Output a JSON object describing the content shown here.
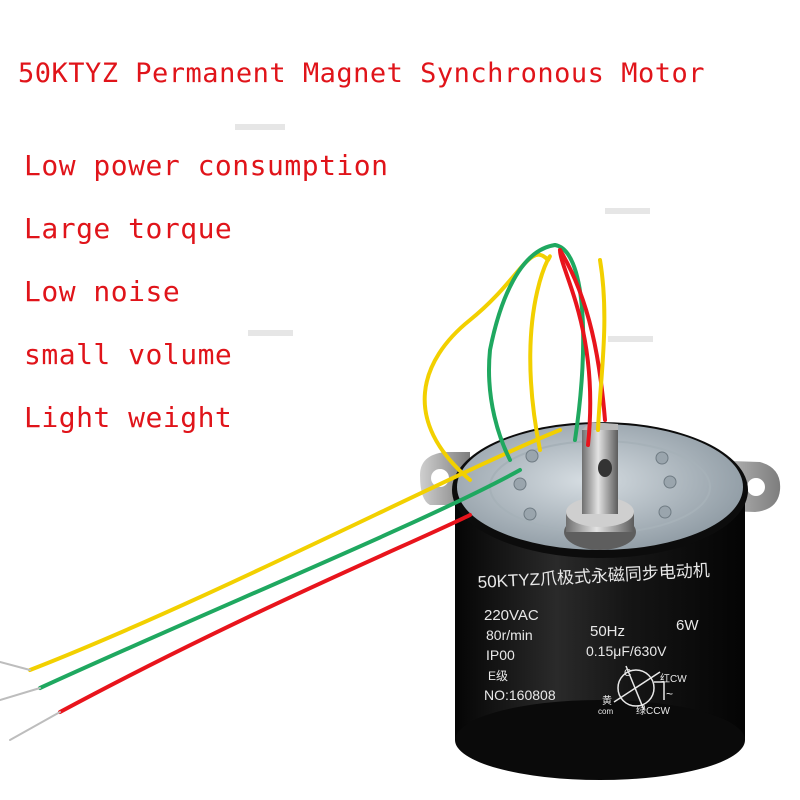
{
  "title": "50KTYZ Permanent Magnet Synchronous Motor",
  "features": [
    "Low power consumption",
    "Large torque",
    "Low noise",
    "small volume",
    "Light weight"
  ],
  "motor_label": {
    "model_line": "50KTYZ爪极式永磁同步电动机",
    "voltage": "220VAC",
    "frequency": "50Hz",
    "power": "6W",
    "speed": "80r/min",
    "capacitor": "0.15μF/630V",
    "protection": "IP00",
    "insulation": "E级",
    "serial": "NO:160808",
    "red_label": "红CW",
    "yellow_label": "黄",
    "com_label": "com",
    "green_label": "绿CCW",
    "cap_symbol": "C",
    "ac_symbol": "~"
  },
  "colors": {
    "text_red": "#e0141a",
    "wire_red": "#e8141c",
    "wire_yellow": "#f2d000",
    "wire_green": "#1fa860",
    "motor_body": "#111111",
    "motor_face": "#b4c0c8"
  }
}
